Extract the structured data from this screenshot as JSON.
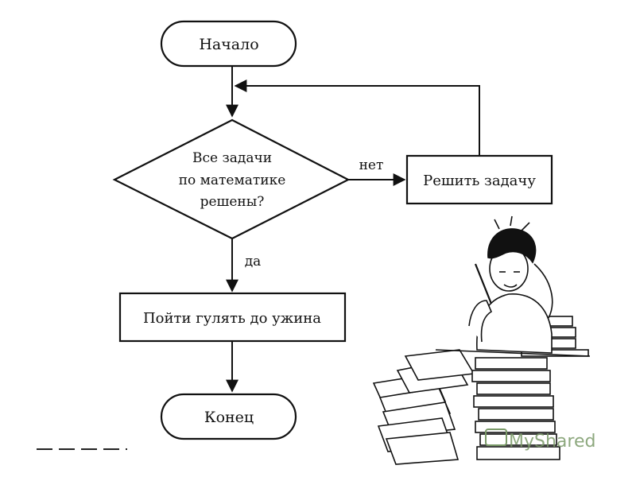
{
  "flowchart": {
    "start_label": "Начало",
    "decision_line1": "Все задачи",
    "decision_line2": "по математике",
    "decision_line3": "решены?",
    "no_label": "нет",
    "yes_label": "да",
    "solve_label": "Решить задачу",
    "walk_label": "Пойти гулять до ужина",
    "end_label": "Конец"
  },
  "watermark": {
    "text": "MyShared",
    "color": "#7a9a68"
  },
  "illustration": {
    "icon": "student-with-papers-icon"
  }
}
